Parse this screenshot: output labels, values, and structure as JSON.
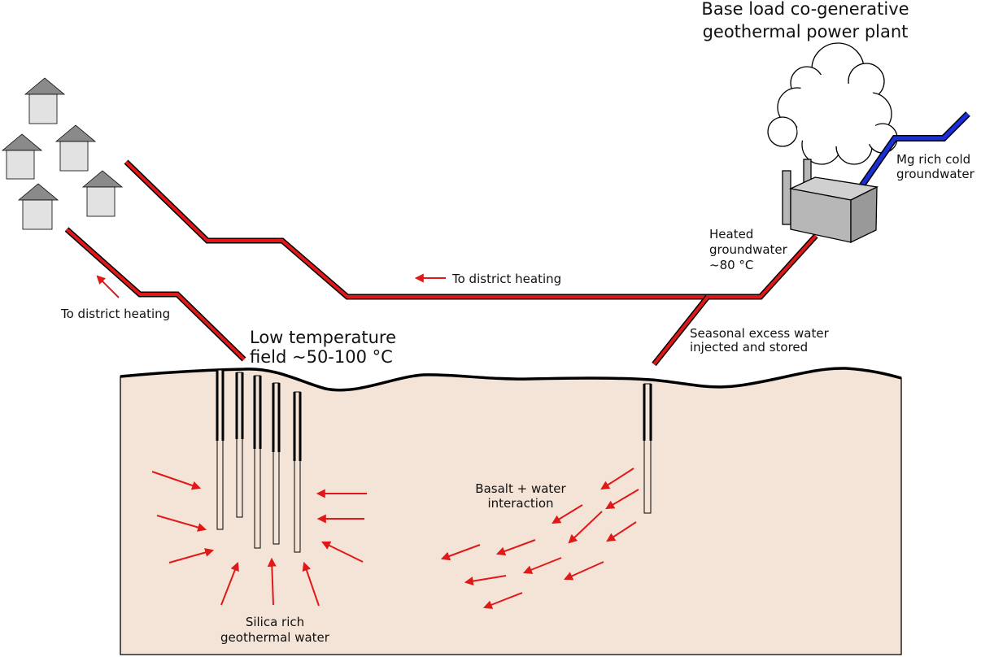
{
  "title": {
    "line1": "Base load co-generative",
    "line2": "geothermal power plant"
  },
  "labels": {
    "cold_groundwater": {
      "line1": "Mg rich cold",
      "line2": "groundwater"
    },
    "heated_groundwater": {
      "line1": "Heated",
      "line2": "groundwater",
      "line3": "~80 °C"
    },
    "district_heating_upper": "To district heating",
    "district_heating_left": "To district heating",
    "low_temp_field": {
      "line1": "Low temperature",
      "line2": "field ~50-100 °C"
    },
    "seasonal_excess": {
      "line1": "Seasonal excess water",
      "line2": "injected and stored"
    },
    "basalt": {
      "line1": "Basalt + water",
      "line2": "interaction"
    },
    "silica": {
      "line1": "Silica rich",
      "line2": "geothermal water"
    }
  },
  "colors": {
    "hot_pipe": "#e01818",
    "cold_pipe": "#1a2fd6",
    "ground": "#f4e4d8",
    "arrow": "#e01818",
    "house_roof": "#8a8a8a",
    "house_wall": "#e2e2e2",
    "plant_body": "#b7b7b7"
  },
  "icons": [
    "house-icon",
    "power-plant-icon",
    "steam-cloud-icon",
    "flow-arrow-icon",
    "well-icon"
  ]
}
